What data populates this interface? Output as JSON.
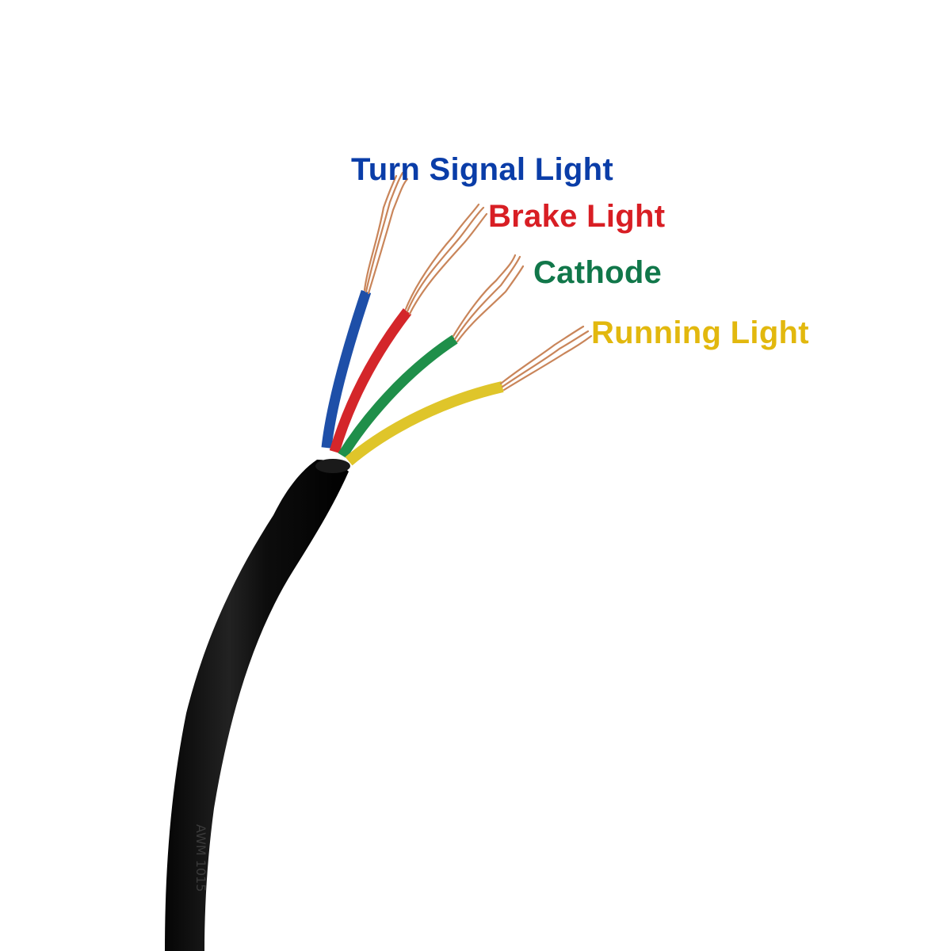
{
  "wires": [
    {
      "label": "Turn Signal Light",
      "color": "#1e4fa8",
      "label_color": "#0a3da8"
    },
    {
      "label": "Brake Light",
      "color": "#d4262a",
      "label_color": "#d81e24"
    },
    {
      "label": "Cathode",
      "color": "#1f8f4a",
      "label_color": "#11774a"
    },
    {
      "label": "Running Light",
      "color": "#dfc52a",
      "label_color": "#e2b80e"
    }
  ],
  "cable": {
    "jacket_color": "#161616",
    "print_text": "AWM 1015"
  },
  "conductor_color": "#c9855a"
}
